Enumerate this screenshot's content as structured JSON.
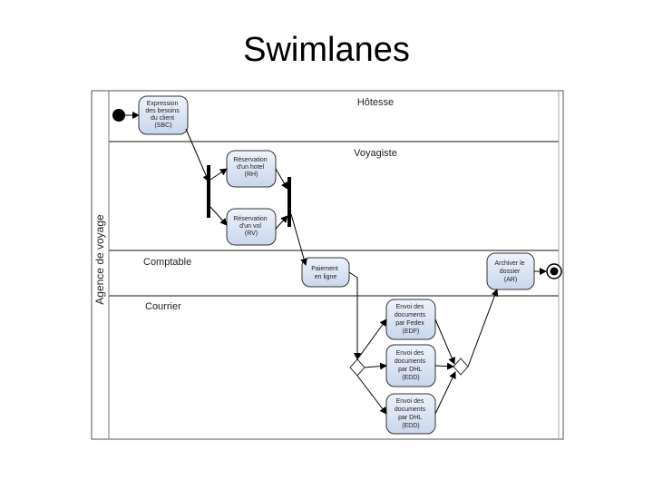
{
  "title": "Swimlanes",
  "pool_label": "Agence de voyage",
  "lanes": [
    {
      "id": "hotesse",
      "label": "Hôtesse"
    },
    {
      "id": "voyagiste",
      "label": "Voyagiste"
    },
    {
      "id": "comptable",
      "label": "Comptable"
    },
    {
      "id": "courrier",
      "label": "Courrier"
    }
  ],
  "activities": [
    {
      "id": "sbc",
      "lines": [
        "Expression",
        "des besoins",
        "du client",
        "(SBC)"
      ]
    },
    {
      "id": "rh",
      "lines": [
        "Réservation",
        "d'un hotel",
        "(RH)"
      ]
    },
    {
      "id": "rv",
      "lines": [
        "Réservation",
        "d'un vol",
        "(RV)"
      ]
    },
    {
      "id": "pl",
      "lines": [
        "Paiement",
        "en ligne"
      ]
    },
    {
      "id": "ar",
      "lines": [
        "Archiver le",
        "dossier",
        "(AR)"
      ]
    },
    {
      "id": "edf",
      "lines": [
        "Envoi des",
        "documents",
        "par Fedex",
        "(EDF)"
      ]
    },
    {
      "id": "edd1",
      "lines": [
        "Envoi des",
        "documents",
        "par DHL",
        "(EDD)"
      ]
    },
    {
      "id": "edd2",
      "lines": [
        "Envoi des",
        "documents",
        "par DHL",
        "(EDD)"
      ]
    }
  ]
}
